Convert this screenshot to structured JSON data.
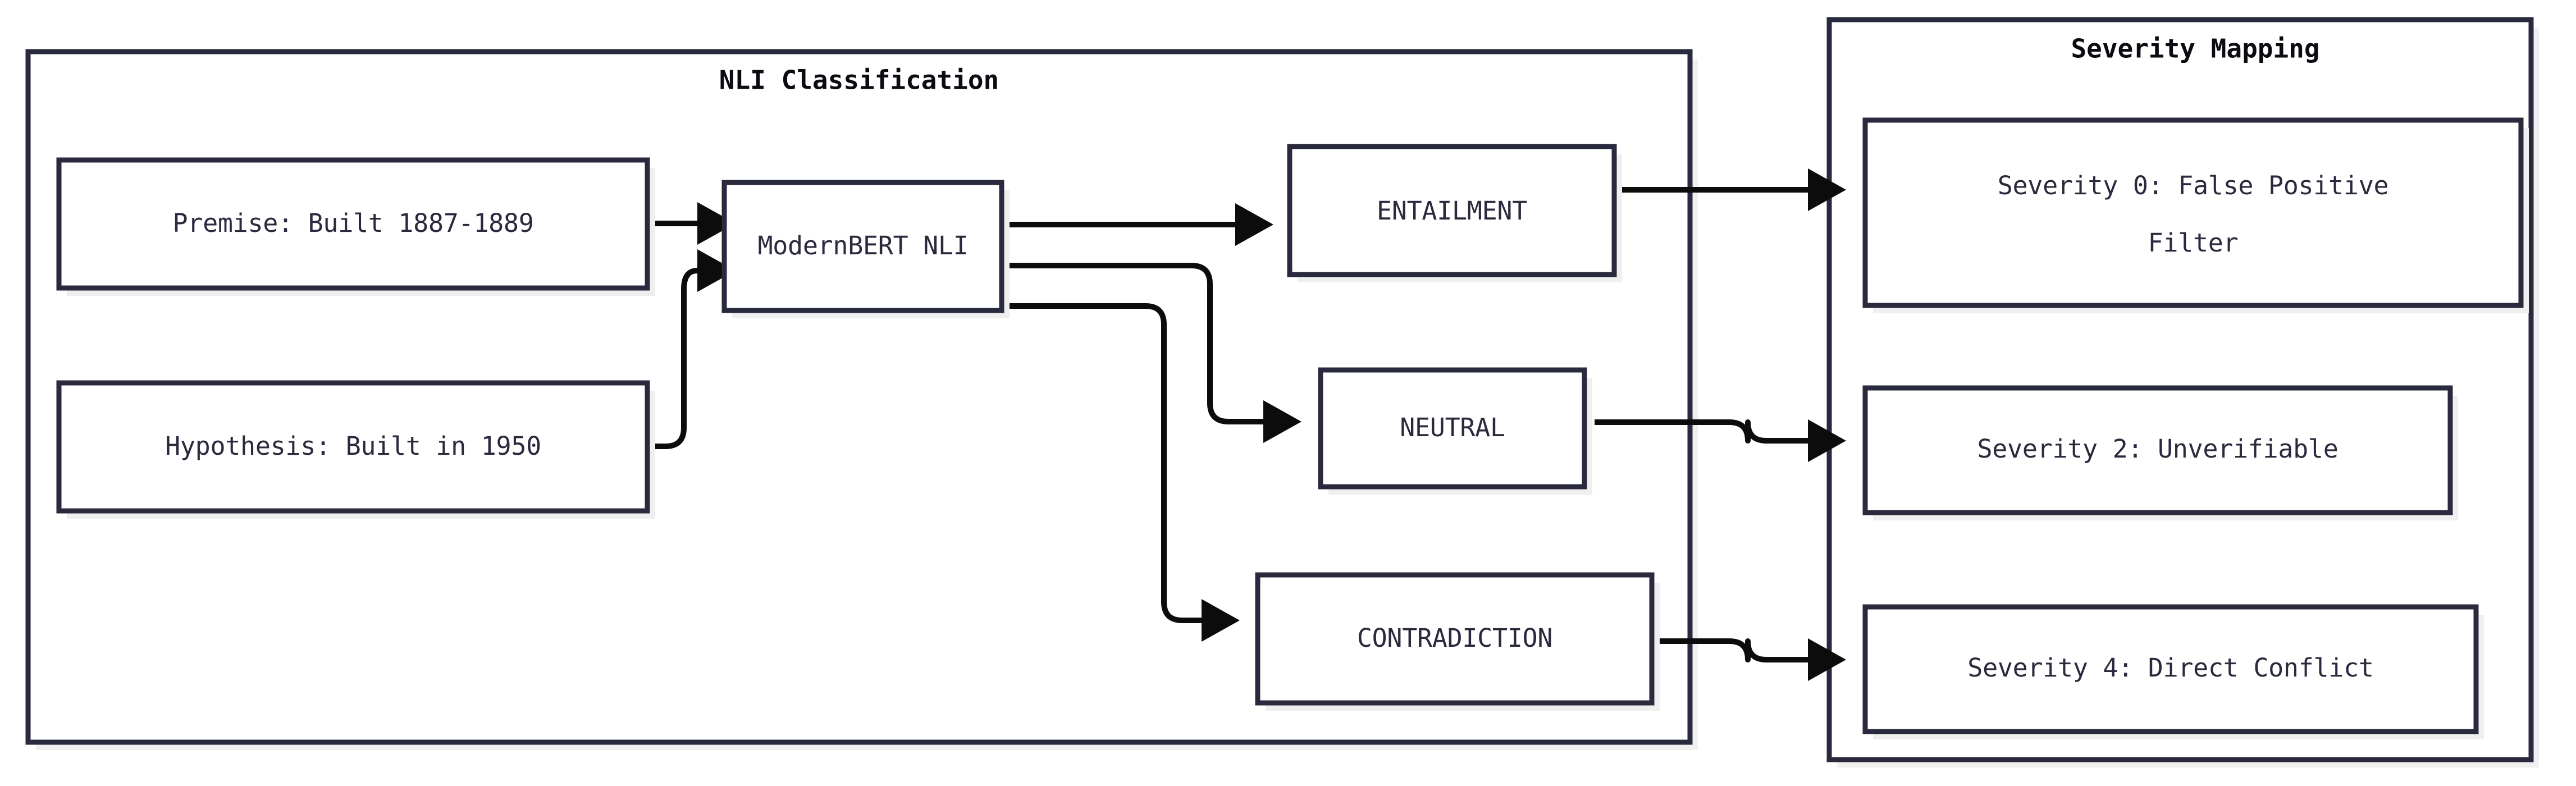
{
  "diagram": {
    "type": "flowchart",
    "direction": "left-to-right",
    "background": "#ffffff",
    "stroke_color": "#2a2a3e",
    "edge_color": "#0c0c0c"
  },
  "subgraphs": [
    {
      "id": "nli",
      "title": "NLI Classification"
    },
    {
      "id": "severity",
      "title": "Severity Mapping"
    }
  ],
  "nodes": {
    "premise": {
      "label": "Premise: Built 1887-1889",
      "fill": "#ffffff"
    },
    "hypothesis": {
      "label": "Hypothesis: Built in 1950",
      "fill": "#ffffff"
    },
    "model": {
      "label": "ModernBERT NLI",
      "fill": "#ffffff"
    },
    "entailment": {
      "label": "ENTAILMENT",
      "fill": "#c8e6c9"
    },
    "neutral": {
      "label": "NEUTRAL",
      "fill": "#fbf5bd"
    },
    "contradiction": {
      "label": "CONTRADICTION",
      "fill": "#fcd0d7"
    },
    "severity0": {
      "label_line1": "Severity 0: False Positive",
      "label_line2": "Filter",
      "fill": "#ffffff"
    },
    "severity2": {
      "label": "Severity 2: Unverifiable",
      "fill": "#ffffff"
    },
    "severity4": {
      "label": "Severity 4: Direct Conflict",
      "fill": "#ffffff"
    }
  },
  "edges": [
    {
      "from": "premise",
      "to": "model"
    },
    {
      "from": "hypothesis",
      "to": "model"
    },
    {
      "from": "model",
      "to": "entailment"
    },
    {
      "from": "model",
      "to": "neutral"
    },
    {
      "from": "model",
      "to": "contradiction"
    },
    {
      "from": "entailment",
      "to": "severity0"
    },
    {
      "from": "neutral",
      "to": "severity2"
    },
    {
      "from": "contradiction",
      "to": "severity4"
    }
  ]
}
